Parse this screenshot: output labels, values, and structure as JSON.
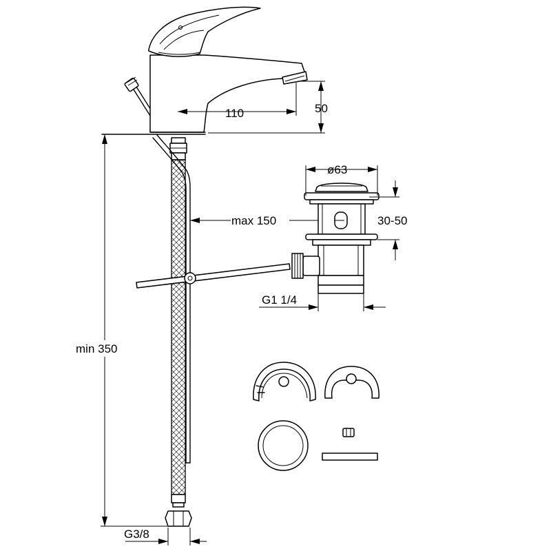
{
  "dimensions": {
    "spout_reach": "110",
    "spout_height": "50",
    "flange_diameter": "ø63",
    "drain_adjust": "30-50",
    "rod_max_length": "max 150",
    "drain_thread": "G1 1/4",
    "min_height": "min 350",
    "supply_thread": "G3/8"
  }
}
